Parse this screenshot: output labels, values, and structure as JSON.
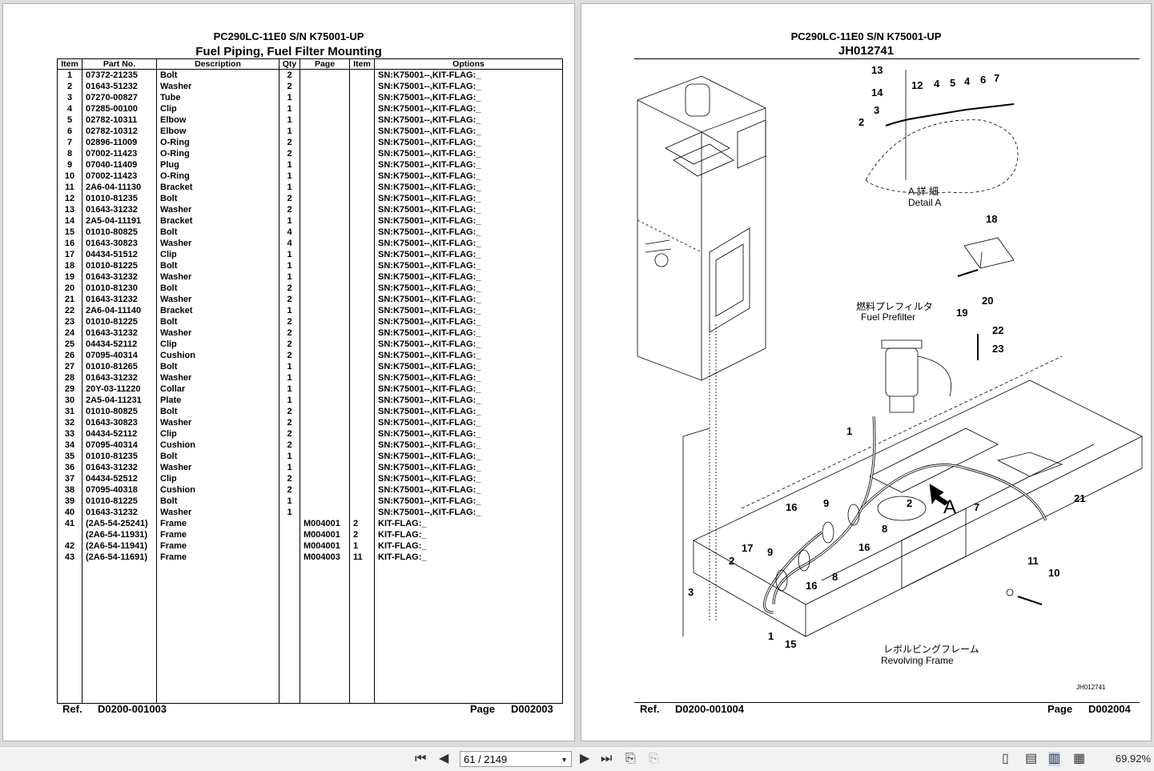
{
  "left_page": {
    "model": "PC290LC-11E0 S/N K75001-UP",
    "title": "Fuel Piping, Fuel Filter Mounting",
    "columns": [
      "Item",
      "Part No.",
      "Description",
      "Qty",
      "Page",
      "Item",
      "Options"
    ],
    "rows": [
      [
        "1",
        "07372-21235",
        "Bolt",
        "2",
        "",
        "",
        "SN:K75001--,KIT-FLAG:_"
      ],
      [
        "2",
        "01643-51232",
        "Washer",
        "2",
        "",
        "",
        "SN:K75001--,KIT-FLAG:_"
      ],
      [
        "3",
        "07270-00827",
        "Tube",
        "1",
        "",
        "",
        "SN:K75001--,KIT-FLAG:_"
      ],
      [
        "4",
        "07285-00100",
        "Clip",
        "1",
        "",
        "",
        "SN:K75001--,KIT-FLAG:_"
      ],
      [
        "5",
        "02782-10311",
        "Elbow",
        "1",
        "",
        "",
        "SN:K75001--,KIT-FLAG:_"
      ],
      [
        "6",
        "02782-10312",
        "Elbow",
        "1",
        "",
        "",
        "SN:K75001--,KIT-FLAG:_"
      ],
      [
        "7",
        "02896-11009",
        "O-Ring",
        "2",
        "",
        "",
        "SN:K75001--,KIT-FLAG:_"
      ],
      [
        "8",
        "07002-11423",
        "O-Ring",
        "2",
        "",
        "",
        "SN:K75001--,KIT-FLAG:_"
      ],
      [
        "9",
        "07040-11409",
        "Plug",
        "1",
        "",
        "",
        "SN:K75001--,KIT-FLAG:_"
      ],
      [
        "10",
        "07002-11423",
        "O-Ring",
        "1",
        "",
        "",
        "SN:K75001--,KIT-FLAG:_"
      ],
      [
        "11",
        "2A6-04-11130",
        "Bracket",
        "1",
        "",
        "",
        "SN:K75001--,KIT-FLAG:_"
      ],
      [
        "12",
        "01010-81235",
        "Bolt",
        "2",
        "",
        "",
        "SN:K75001--,KIT-FLAG:_"
      ],
      [
        "13",
        "01643-31232",
        "Washer",
        "2",
        "",
        "",
        "SN:K75001--,KIT-FLAG:_"
      ],
      [
        "14",
        "2A5-04-11191",
        "Bracket",
        "1",
        "",
        "",
        "SN:K75001--,KIT-FLAG:_"
      ],
      [
        "15",
        "01010-80825",
        "Bolt",
        "4",
        "",
        "",
        "SN:K75001--,KIT-FLAG:_"
      ],
      [
        "16",
        "01643-30823",
        "Washer",
        "4",
        "",
        "",
        "SN:K75001--,KIT-FLAG:_"
      ],
      [
        "17",
        "04434-51512",
        "Clip",
        "1",
        "",
        "",
        "SN:K75001--,KIT-FLAG:_"
      ],
      [
        "18",
        "01010-81225",
        "Bolt",
        "1",
        "",
        "",
        "SN:K75001--,KIT-FLAG:_"
      ],
      [
        "19",
        "01643-31232",
        "Washer",
        "1",
        "",
        "",
        "SN:K75001--,KIT-FLAG:_"
      ],
      [
        "20",
        "01010-81230",
        "Bolt",
        "2",
        "",
        "",
        "SN:K75001--,KIT-FLAG:_"
      ],
      [
        "21",
        "01643-31232",
        "Washer",
        "2",
        "",
        "",
        "SN:K75001--,KIT-FLAG:_"
      ],
      [
        "22",
        "2A6-04-11140",
        "Bracket",
        "1",
        "",
        "",
        "SN:K75001--,KIT-FLAG:_"
      ],
      [
        "23",
        "01010-81225",
        "Bolt",
        "2",
        "",
        "",
        "SN:K75001--,KIT-FLAG:_"
      ],
      [
        "24",
        "01643-31232",
        "Washer",
        "2",
        "",
        "",
        "SN:K75001--,KIT-FLAG:_"
      ],
      [
        "25",
        "04434-52112",
        "Clip",
        "2",
        "",
        "",
        "SN:K75001--,KIT-FLAG:_"
      ],
      [
        "26",
        "07095-40314",
        "Cushion",
        "2",
        "",
        "",
        "SN:K75001--,KIT-FLAG:_"
      ],
      [
        "27",
        "01010-81265",
        "Bolt",
        "1",
        "",
        "",
        "SN:K75001--,KIT-FLAG:_"
      ],
      [
        "28",
        "01643-31232",
        "Washer",
        "1",
        "",
        "",
        "SN:K75001--,KIT-FLAG:_"
      ],
      [
        "29",
        "20Y-03-11220",
        "Collar",
        "1",
        "",
        "",
        "SN:K75001--,KIT-FLAG:_"
      ],
      [
        "30",
        "2A5-04-11231",
        "Plate",
        "1",
        "",
        "",
        "SN:K75001--,KIT-FLAG:_"
      ],
      [
        "31",
        "01010-80825",
        "Bolt",
        "2",
        "",
        "",
        "SN:K75001--,KIT-FLAG:_"
      ],
      [
        "32",
        "01643-30823",
        "Washer",
        "2",
        "",
        "",
        "SN:K75001--,KIT-FLAG:_"
      ],
      [
        "33",
        "04434-52112",
        "Clip",
        "2",
        "",
        "",
        "SN:K75001--,KIT-FLAG:_"
      ],
      [
        "34",
        "07095-40314",
        "Cushion",
        "2",
        "",
        "",
        "SN:K75001--,KIT-FLAG:_"
      ],
      [
        "35",
        "01010-81235",
        "Bolt",
        "1",
        "",
        "",
        "SN:K75001--,KIT-FLAG:_"
      ],
      [
        "36",
        "01643-31232",
        "Washer",
        "1",
        "",
        "",
        "SN:K75001--,KIT-FLAG:_"
      ],
      [
        "37",
        "04434-52512",
        "Clip",
        "2",
        "",
        "",
        "SN:K75001--,KIT-FLAG:_"
      ],
      [
        "38",
        "07095-40318",
        "Cushion",
        "2",
        "",
        "",
        "SN:K75001--,KIT-FLAG:_"
      ],
      [
        "39",
        "01010-81225",
        "Bolt",
        "1",
        "",
        "",
        "SN:K75001--,KIT-FLAG:_"
      ],
      [
        "40",
        "01643-31232",
        "Washer",
        "1",
        "",
        "",
        "SN:K75001--,KIT-FLAG:_"
      ],
      [
        "41",
        "(2A5-54-25241)",
        "Frame",
        "",
        "M004001",
        "2",
        "KIT-FLAG:_"
      ],
      [
        "",
        "(2A6-54-11931)",
        "Frame",
        "",
        "M004001",
        "2",
        "KIT-FLAG:_"
      ],
      [
        "42",
        "(2A6-54-11941)",
        "Frame",
        "",
        "M004001",
        "1",
        "KIT-FLAG:_"
      ],
      [
        "43",
        "(2A6-54-11691)",
        "Frame",
        "",
        "M004003",
        "11",
        "KIT-FLAG:_"
      ]
    ],
    "footer": {
      "ref_label": "Ref.",
      "ref": "D0200-001003",
      "page_label": "Page",
      "page": "D002003"
    }
  },
  "right_page": {
    "model": "PC290LC-11E0 S/N K75001-UP",
    "drawing_no": "JH012741",
    "detail_jp": "A 詳 細",
    "detail_en": "Detail A",
    "prefilter_jp": "燃料プレフィルタ",
    "prefilter_en": "Fuel Prefilter",
    "frame_jp": "レボルビングフレーム",
    "frame_en": "Revolving Frame",
    "view_letter": "A",
    "drawing_code": "JH012741",
    "callouts": [
      "1",
      "2",
      "3",
      "4",
      "5",
      "6",
      "7",
      "8",
      "9",
      "10",
      "11",
      "12",
      "13",
      "14",
      "15",
      "16",
      "17",
      "18",
      "19",
      "20",
      "21",
      "22",
      "23"
    ],
    "footer": {
      "ref_label": "Ref.",
      "ref": "D0200-001004",
      "page_label": "Page",
      "page": "D002004"
    }
  },
  "toolbar": {
    "first_icon": "first-page-icon",
    "prev_icon": "prev-page-icon",
    "page_input": "61 / 2149",
    "next_icon": "next-page-icon",
    "last_icon": "last-page-icon",
    "zoom": "69.92%"
  }
}
